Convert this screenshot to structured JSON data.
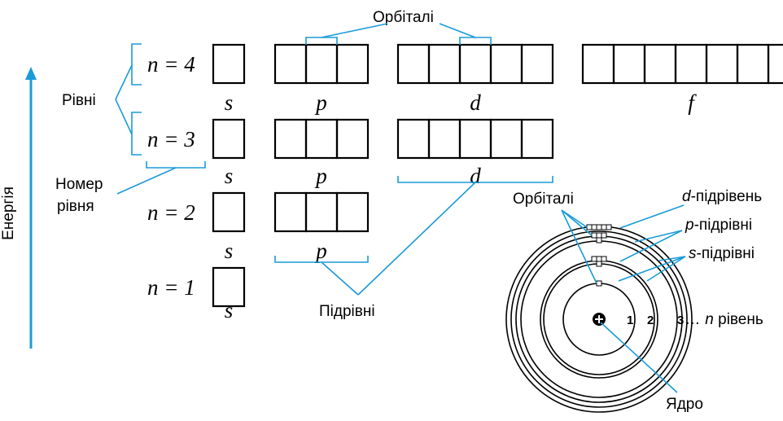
{
  "colors": {
    "accent": "#1a9bd7",
    "ink": "#000000"
  },
  "labels": {
    "energy": "Енергія",
    "levels": "Рівні",
    "level_number_line1": "Номер",
    "level_number_line2": "рівня",
    "orbitals": "Орбіталі",
    "sublevels": "Підрівні",
    "d_sublevel_suffix": "-підрівень",
    "p_sublevels_suffix": "-підрівні",
    "s_sublevels_suffix": "-підрівні",
    "level_suffix": "рівень",
    "nucleus": "Ядро",
    "ellipsis_n": "… n"
  },
  "levels": [
    {
      "n_label": "n = 4",
      "sublevels": [
        {
          "letter": "s",
          "orbitals": 1
        },
        {
          "letter": "p",
          "orbitals": 3
        },
        {
          "letter": "d",
          "orbitals": 5
        },
        {
          "letter": "f",
          "orbitals": 7
        }
      ]
    },
    {
      "n_label": "n = 3",
      "sublevels": [
        {
          "letter": "s",
          "orbitals": 1
        },
        {
          "letter": "p",
          "orbitals": 3
        },
        {
          "letter": "d",
          "orbitals": 5
        }
      ]
    },
    {
      "n_label": "n = 2",
      "sublevels": [
        {
          "letter": "s",
          "orbitals": 1
        },
        {
          "letter": "p",
          "orbitals": 3
        }
      ]
    },
    {
      "n_label": "n = 1",
      "sublevels": [
        {
          "letter": "s",
          "orbitals": 1
        }
      ]
    }
  ],
  "atom": {
    "ring_numbers": [
      "1",
      "2",
      "3"
    ],
    "sub_letters": {
      "d": "d",
      "p": "p",
      "s": "s"
    }
  }
}
